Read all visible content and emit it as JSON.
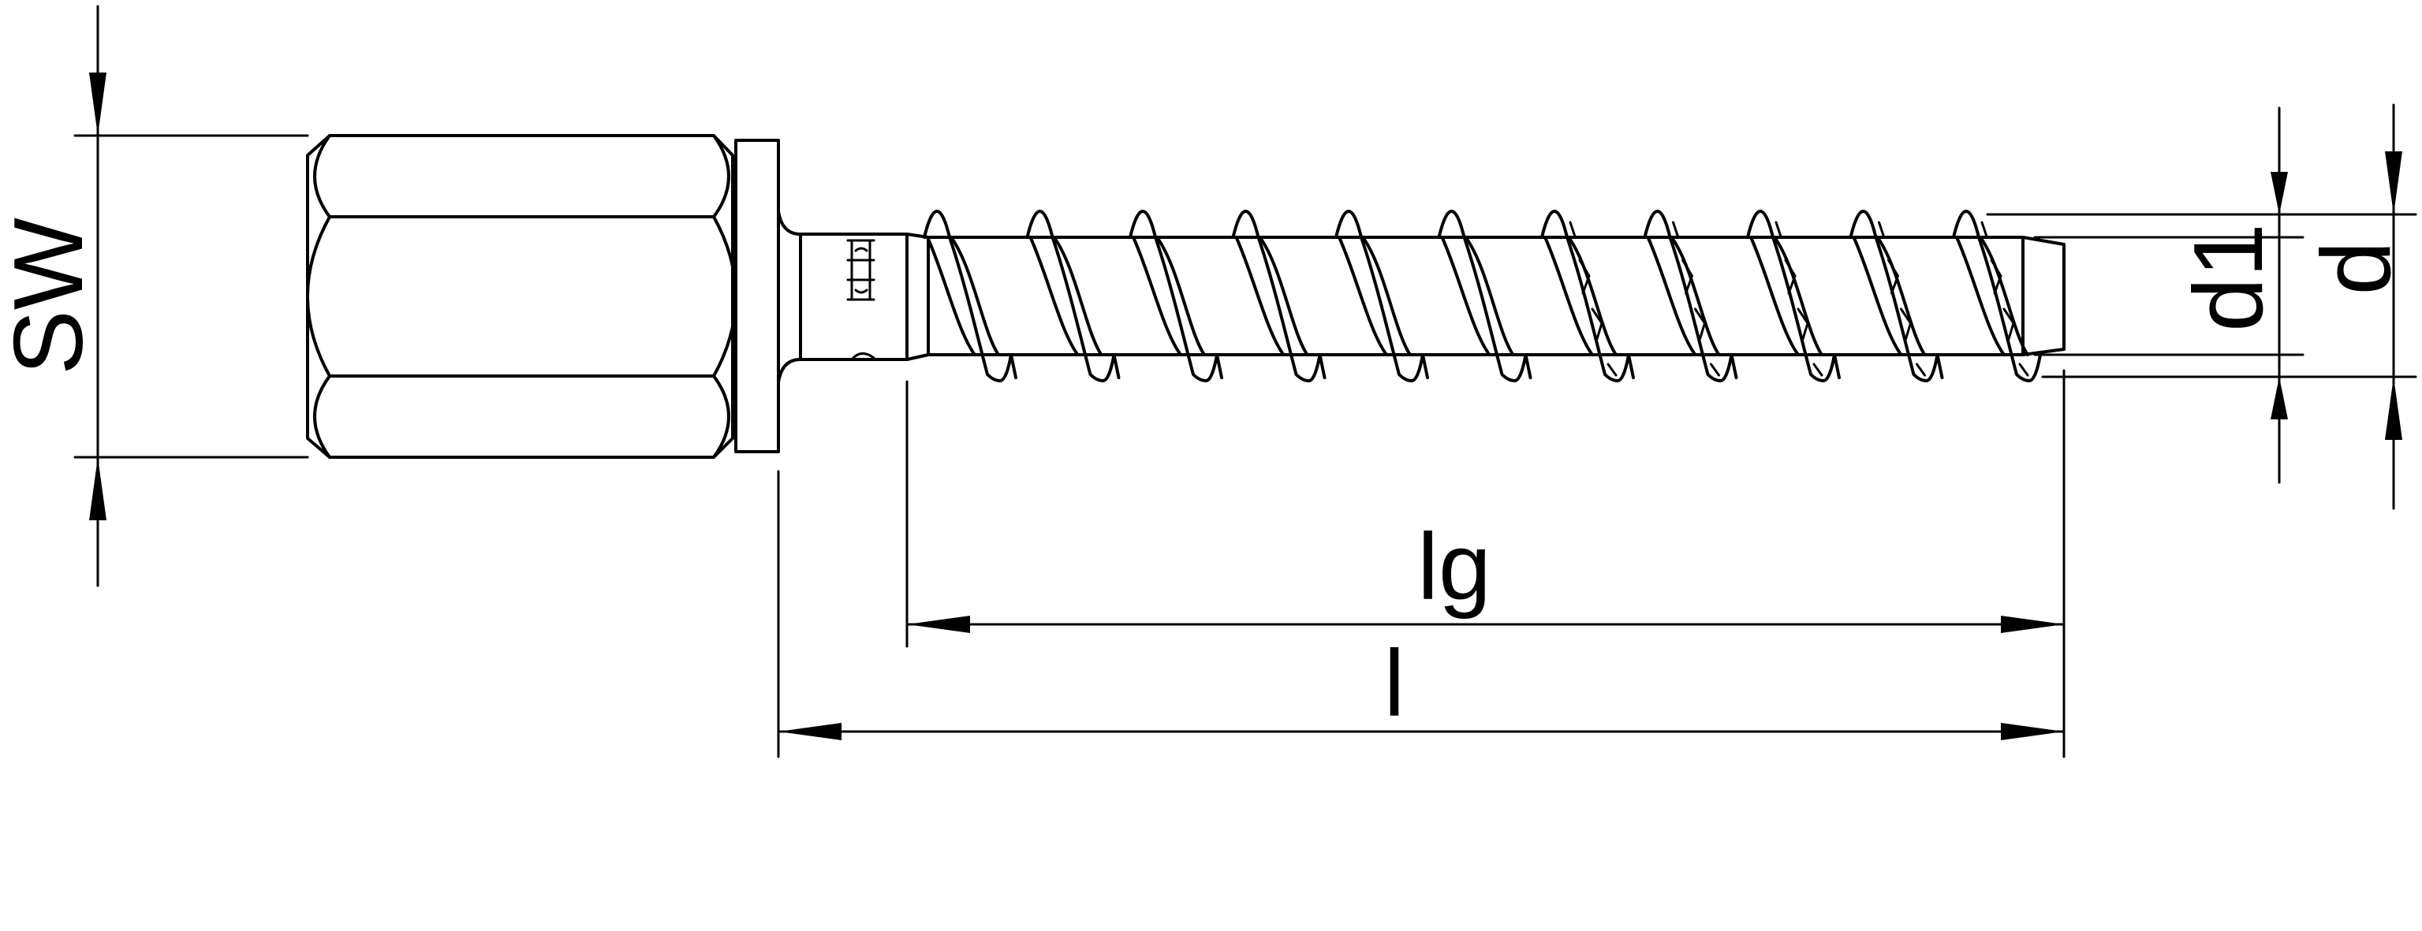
{
  "colors": {
    "line": "#000000",
    "background": "#ffffff"
  },
  "labels": {
    "sw": "SW",
    "lg": "lg",
    "l": "l",
    "d1": "d1",
    "d": "d"
  }
}
